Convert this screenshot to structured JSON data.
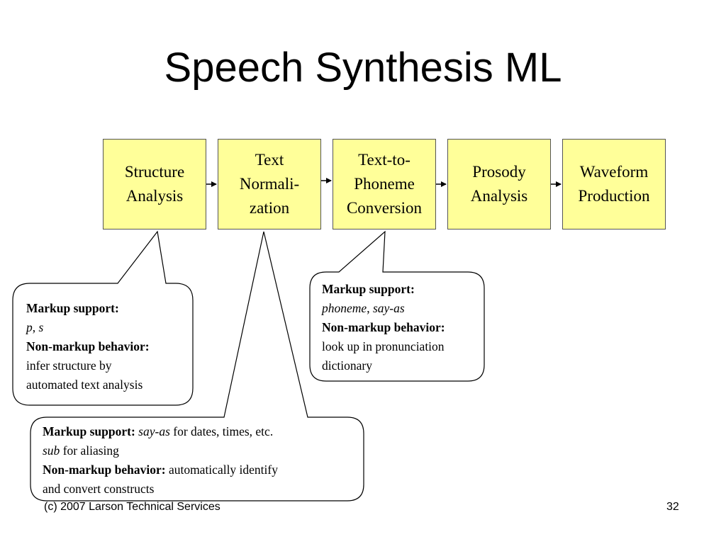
{
  "title": "Speech Synthesis ML",
  "stages": [
    {
      "label": "Structure\nAnalysis"
    },
    {
      "label": "Text\nNormali-\nzation"
    },
    {
      "label": "Text-to-\nPhoneme\nConversion"
    },
    {
      "label": "Prosody\nAnalysis"
    },
    {
      "label": "Waveform\nProduction"
    }
  ],
  "callouts": {
    "structure": {
      "markup_heading": "Markup support:",
      "markup_items": [
        "p",
        ", ",
        "s"
      ],
      "nonmarkup_heading": "Non-markup behavior:",
      "nonmarkup_text_1": "infer structure by",
      "nonmarkup_text_2": "automated text analysis"
    },
    "normalization": {
      "markup_heading": "Markup support:",
      "sayas": "say-as",
      "sayas_rest": " for dates, times, etc.",
      "sub": "sub",
      "sub_rest": " for aliasing",
      "nonmarkup_heading": "Non-markup behavior:",
      "nonmarkup_text_1": " automatically identify",
      "nonmarkup_text_2": "and convert constructs"
    },
    "phoneme": {
      "markup_heading": "Markup support:",
      "markup_items": [
        "phoneme",
        ", ",
        "say-as"
      ],
      "nonmarkup_heading": "Non-markup behavior:",
      "nonmarkup_text_1": "look up in pronunciation",
      "nonmarkup_text_2": "dictionary"
    }
  },
  "footer": {
    "copyright": "(c) 2007 Larson Technical Services",
    "page_number": "32"
  }
}
